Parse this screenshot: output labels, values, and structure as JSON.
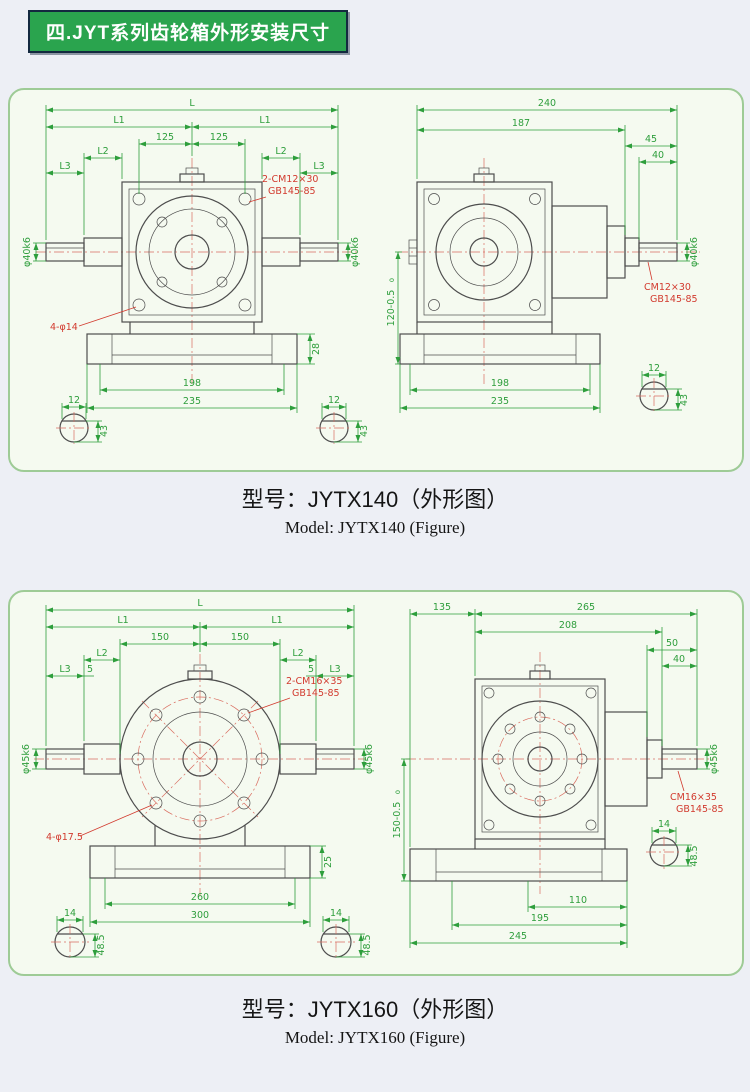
{
  "header": {
    "title": "四.JYT系列齿轮箱外形安装尺寸"
  },
  "captions": {
    "m140_cn": "型号：JYTX140（外形图）",
    "m140_en": "Model: JYTX140 (Figure)",
    "m160_cn": "型号：JYTX160（外形图）",
    "m160_en": "Model: JYTX160 (Figure)"
  },
  "colors": {
    "dim": "#2e9e3c",
    "callout": "#d23a2e",
    "outline": "#4d4d4d",
    "panel_border": "#9ecb96",
    "header_bg": "#2aa44e"
  },
  "d140f": {
    "L": "L",
    "L1a": "L1",
    "L1b": "L1",
    "n125a": "125",
    "n125b": "125",
    "L2a": "L2",
    "L3a": "L3",
    "L2b": "L2",
    "L3b": "L3",
    "shaft_left": "φ40k6",
    "shaft_right": "φ40k6",
    "callout1": "2-CM12×30",
    "callout2": "GB145-85",
    "holes": "4-φ14",
    "n28": "28",
    "n198": "198",
    "n235": "235",
    "keyw1": "12",
    "keyh1": "43",
    "keyw2": "12",
    "keyh2": "43"
  },
  "d140s": {
    "n240": "240",
    "n187": "187",
    "n45": "45",
    "n40": "40",
    "shaft": "φ40k6",
    "tol": "120-0.5",
    "tol_sup": "0",
    "callout1": "CM12×30",
    "callout2": "GB145-85",
    "n198": "198",
    "n235": "235",
    "keyw": "12",
    "keyh": "43"
  },
  "d160f": {
    "L": "L",
    "L1a": "L1",
    "L1b": "L1",
    "n150a": "150",
    "n150b": "150",
    "L2a": "L2",
    "L3a": "L3",
    "L2b": "L2",
    "L3b": "L3",
    "n5a": "5",
    "n5b": "5",
    "shaft_left": "φ45k6",
    "shaft_right": "φ45k6",
    "callout1": "2-CM16×35",
    "callout2": "GB145-85",
    "holes": "4-φ17.5",
    "n25": "25",
    "n260": "260",
    "n300": "300",
    "keyw1": "14",
    "keyh1": "48.5",
    "keyw2": "14",
    "keyh2": "48.5"
  },
  "d160s": {
    "n135": "135",
    "n265": "265",
    "n208": "208",
    "n50": "50",
    "n40": "40",
    "shaft": "φ45k6",
    "tol": "150-0.5",
    "tol_sup": "0",
    "callout1": "CM16×35",
    "callout2": "GB145-85",
    "n110": "110",
    "n195": "195",
    "n245": "245",
    "keyw": "14",
    "keyh": "48.5"
  }
}
